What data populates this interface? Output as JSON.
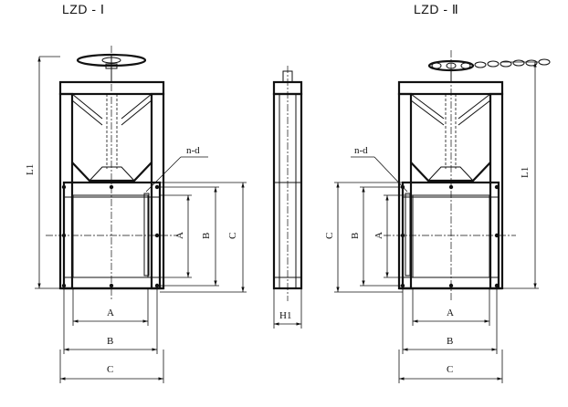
{
  "titles": {
    "left": "LZD -  Ⅰ",
    "right": "LZD -  Ⅱ"
  },
  "labels": {
    "A": "A",
    "B": "B",
    "C": "C",
    "L1": "L1",
    "H1": "H1",
    "nd": "n-d"
  }
}
